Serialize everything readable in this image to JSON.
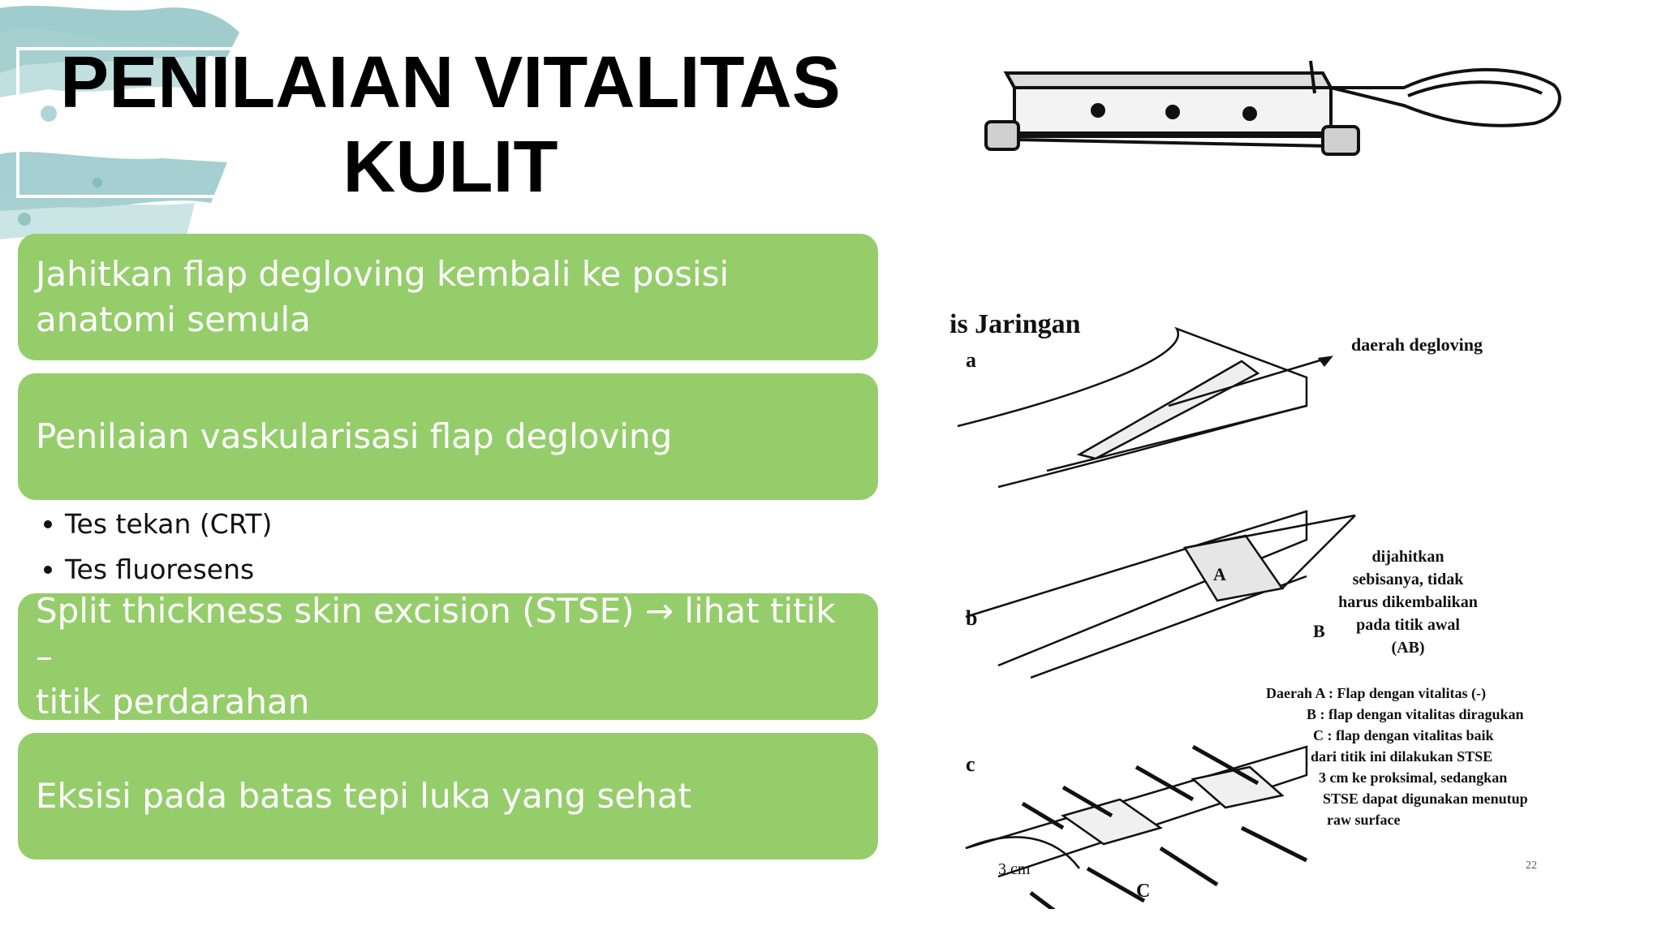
{
  "title": {
    "line1": "PENILAIAN VITALITAS",
    "line2": "KULIT"
  },
  "steps": [
    {
      "text_line1": "Jahitkan flap degloving kembali ke posisi",
      "text_line2": "anatomi semula"
    },
    {
      "text": "Penilaian vaskularisasi flap degloving"
    },
    {
      "text_line1": "Split thickness skin excision (STSE) → lihat titik –",
      "text_line2": "titik perdarahan"
    },
    {
      "text": "Eksisi pada batas tepi luka yang sehat"
    }
  ],
  "bullets": [
    "Tes tekan (CRT)",
    "Tes fluoresens"
  ],
  "figure": {
    "header_fragment": "is Jaringan",
    "panel_labels": [
      "a",
      "b",
      "c"
    ],
    "label_a": "daerah degloving",
    "label_b": [
      "dijahitkan",
      "sebisanya, tidak",
      "harus dikembalikan",
      "pada titik awal",
      "(AB)"
    ],
    "point_labels": {
      "A": "A",
      "B": "B",
      "C": "C"
    },
    "legend_c": [
      "Daerah A : Flap dengan vitalitas (-)",
      "B : flap dengan vitalitas diragukan",
      "C : flap dengan vitalitas baik",
      "dari titik ini dilakukan STSE",
      "3 cm ke proksimal, sedangkan",
      "STSE dapat digunakan menutup",
      "raw surface"
    ],
    "scale_label": "3 cm",
    "page_number": "22"
  },
  "colors": {
    "box_green": "#95cd6b",
    "watercolor": "#8fc3c4"
  }
}
